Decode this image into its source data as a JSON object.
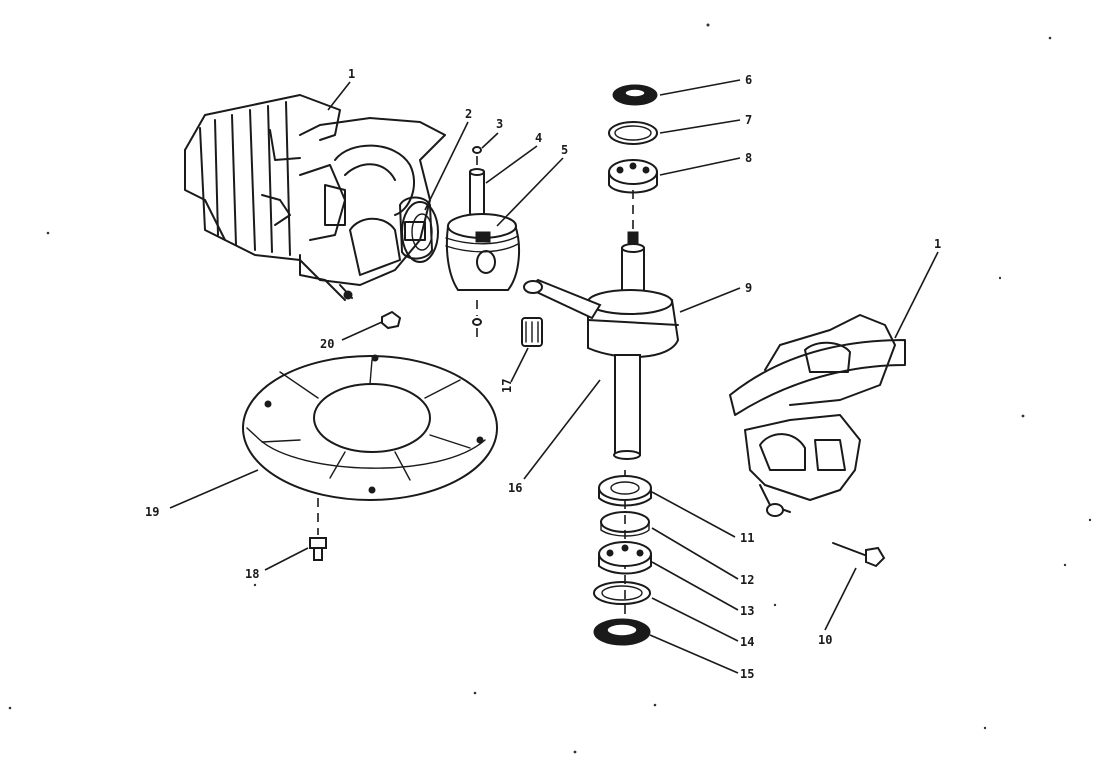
{
  "callouts": {
    "c1_top": "1",
    "c2": "2",
    "c3": "3",
    "c4": "4",
    "c5": "5",
    "c6": "6",
    "c7": "7",
    "c8": "8",
    "c9": "9",
    "c1_right": "1",
    "c10": "10",
    "c11": "11",
    "c12": "12",
    "c13": "13",
    "c14": "14",
    "c15": "15",
    "c16": "16",
    "c17": "17",
    "c18": "18",
    "c19": "19",
    "c20": "20"
  }
}
